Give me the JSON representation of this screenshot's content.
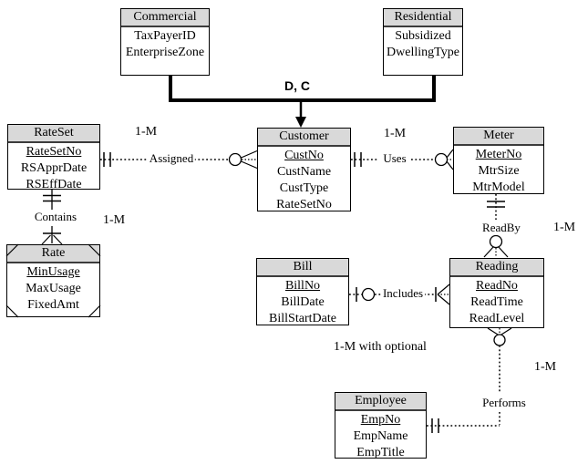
{
  "colors": {
    "header_fill": "#d9d9d9",
    "line_color": "#000000",
    "background": "#ffffff"
  },
  "generalization": {
    "label": "D, C",
    "supertype": "Customer",
    "subtypes": [
      "Commercial",
      "Residential"
    ]
  },
  "entities": {
    "commercial": {
      "name": "Commercial",
      "attributes": [
        "TaxPayerID",
        "EnterpriseZone"
      ]
    },
    "residential": {
      "name": "Residential",
      "attributes": [
        "Subsidized",
        "DwellingType"
      ]
    },
    "rateset": {
      "name": "RateSet",
      "attributes": [
        "RateSetNo",
        "RSApprDate",
        "RSEffDate"
      ],
      "primary_key": "RateSetNo"
    },
    "customer": {
      "name": "Customer",
      "attributes": [
        "CustNo",
        "CustName",
        "CustType",
        "RateSetNo"
      ],
      "primary_key": "CustNo"
    },
    "meter": {
      "name": "Meter",
      "attributes": [
        "MeterNo",
        "MtrSize",
        "MtrModel"
      ],
      "primary_key": "MeterNo"
    },
    "rate": {
      "name": "Rate",
      "attributes": [
        "MinUsage",
        "MaxUsage",
        "FixedAmt"
      ],
      "primary_key": "MinUsage",
      "weak_entity": true
    },
    "bill": {
      "name": "Bill",
      "attributes": [
        "BillNo",
        "BillDate",
        "BillStartDate"
      ],
      "primary_key": "BillNo"
    },
    "reading": {
      "name": "Reading",
      "attributes": [
        "ReadNo",
        "ReadTime",
        "ReadLevel"
      ],
      "primary_key": "ReadNo"
    },
    "employee": {
      "name": "Employee",
      "attributes": [
        "EmpNo",
        "EmpName",
        "EmpTitle"
      ],
      "primary_key": "EmpNo"
    }
  },
  "relationships": {
    "assigned": {
      "label": "Assigned",
      "cardinality": "1-M",
      "from": "RateSet",
      "to": "Customer"
    },
    "uses": {
      "label": "Uses",
      "cardinality": "1-M",
      "from": "Customer",
      "to": "Meter"
    },
    "contains": {
      "label": "Contains",
      "cardinality": "1-M",
      "from": "RateSet",
      "to": "Rate"
    },
    "readby": {
      "label": "ReadBy",
      "cardinality": "1-M",
      "from": "Meter",
      "to": "Reading"
    },
    "includes": {
      "label": "Includes",
      "cardinality": "1-M with optional",
      "from": "Bill",
      "to": "Reading"
    },
    "performs": {
      "label": "Performs",
      "cardinality": "1-M",
      "from": "Employee",
      "to": "Reading"
    }
  }
}
